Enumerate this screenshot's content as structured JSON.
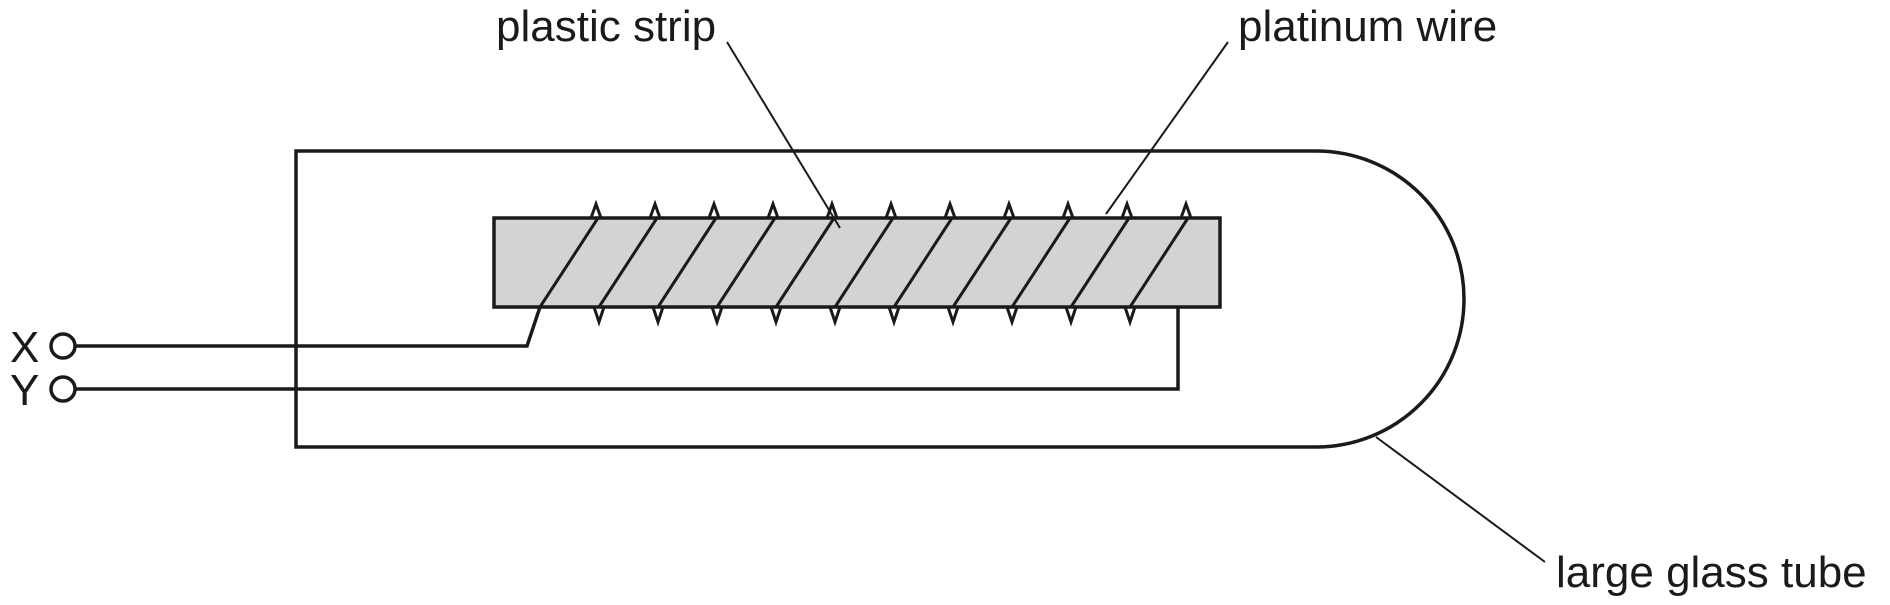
{
  "diagram": {
    "labels": {
      "plastic_strip": "plastic strip",
      "platinum_wire": "platinum wire",
      "large_glass_tube": "large glass tube"
    },
    "terminals": {
      "x": "X",
      "y": "Y"
    },
    "colors": {
      "line": "#1a1a1a",
      "strip_fill": "#d3d3d3",
      "background": "#ffffff"
    }
  }
}
